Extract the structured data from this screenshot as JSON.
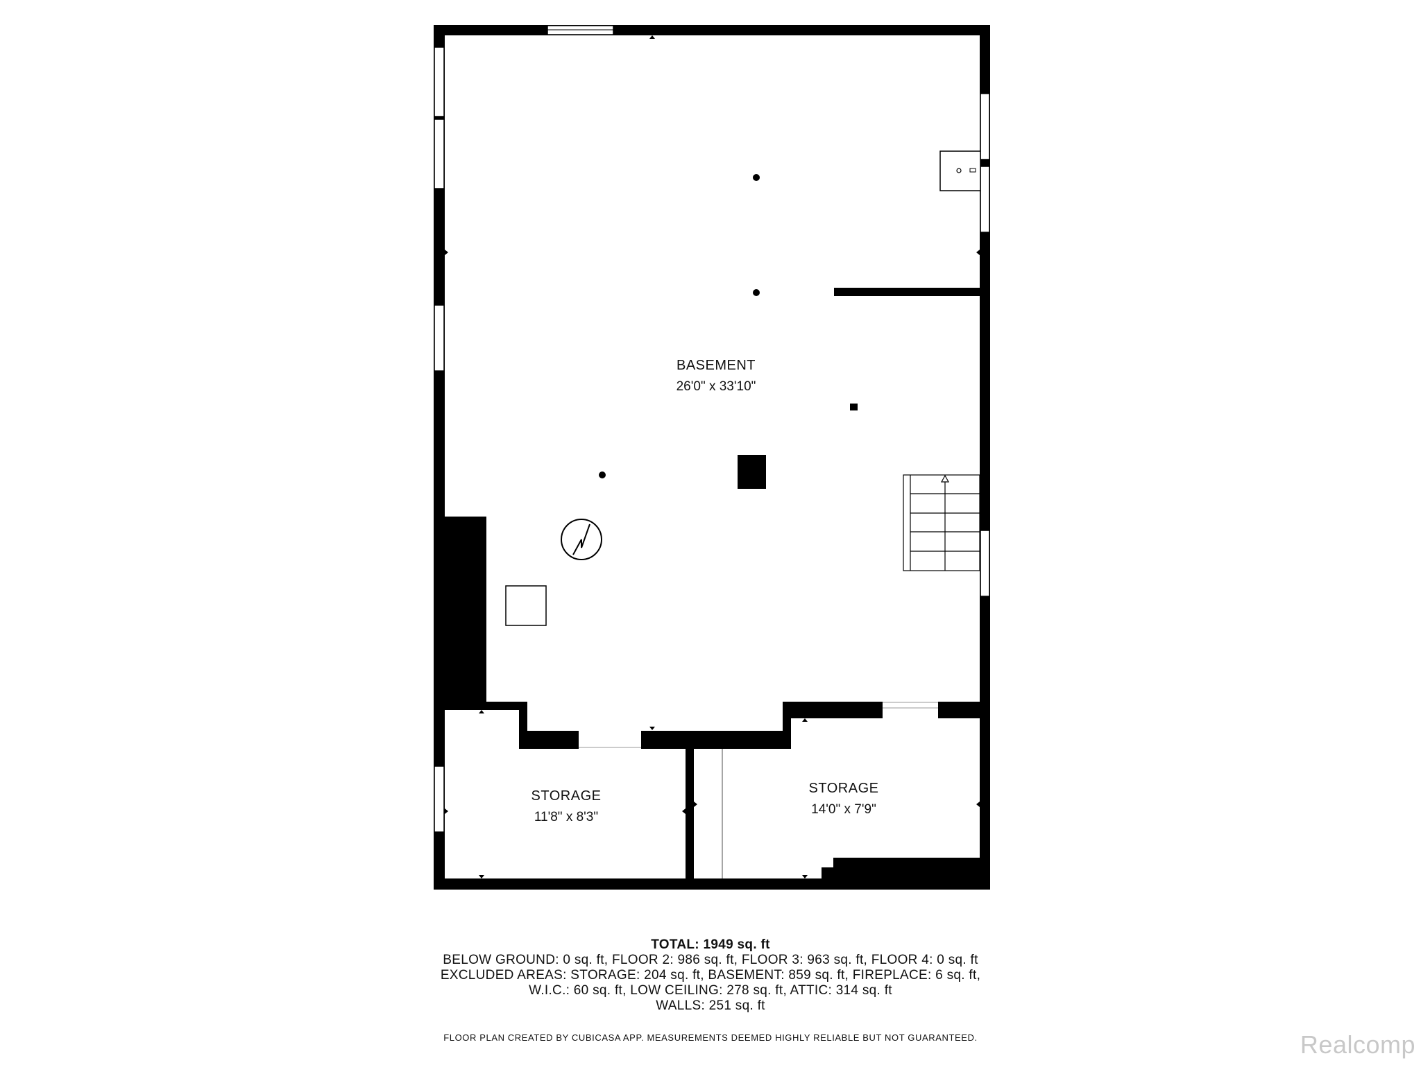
{
  "rooms": [
    {
      "name": "BASEMENT",
      "dimensions": "26'0\" x 33'10\""
    },
    {
      "name": "STORAGE",
      "dimensions": "11'8\" x 8'3\""
    },
    {
      "name": "STORAGE",
      "dimensions": "14'0\" x 7'9\""
    }
  ],
  "summary": {
    "total": "TOTAL: 1949 sq. ft",
    "line1": "BELOW GROUND: 0 sq. ft, FLOOR 2: 986 sq. ft, FLOOR 3: 963 sq. ft, FLOOR 4: 0 sq. ft",
    "line2": "EXCLUDED AREAS: STORAGE: 204 sq. ft, BASEMENT: 859 sq. ft, FIREPLACE: 6 sq. ft,",
    "line3": "W.I.C.: 60 sq. ft, LOW CEILING: 278 sq. ft, ATTIC: 314 sq. ft",
    "line4": "WALLS: 251 sq. ft"
  },
  "disclaimer": "FLOOR PLAN CREATED BY CUBICASA APP. MEASUREMENTS DEEMED HIGHLY RELIABLE BUT NOT GUARANTEED.",
  "watermark": "Realcomp",
  "colors": {
    "wall": "#000000",
    "background": "#ffffff",
    "watermark": "#c8c8c8"
  }
}
